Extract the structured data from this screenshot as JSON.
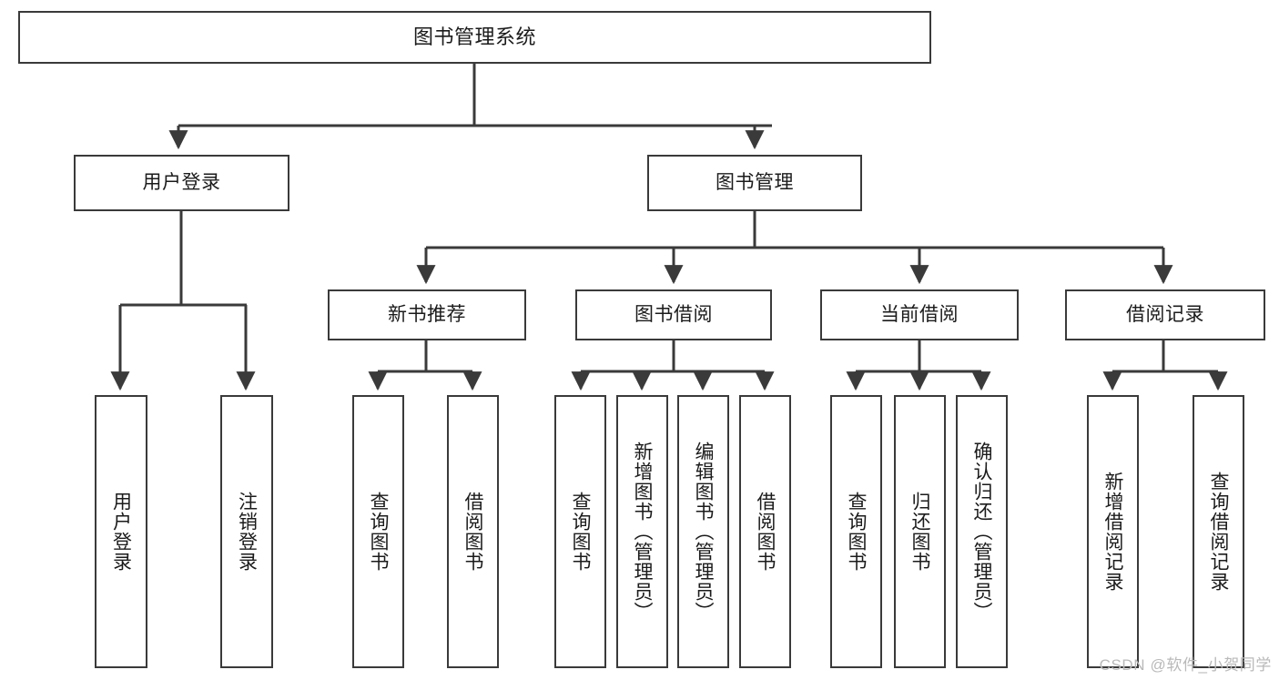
{
  "diagram": {
    "title": "图书管理系统",
    "type": "tree-hierarchy",
    "watermark": "CSDN @软件_小贺同学",
    "colors": {
      "stroke": "#3a3a3a",
      "fill": "#ffffff",
      "text": "#1b1b1b",
      "watermark": "#b9b9b9"
    },
    "nodes": {
      "root": {
        "label": "图书管理系统"
      },
      "level2": [
        {
          "id": "user_login",
          "label": "用户登录"
        },
        {
          "id": "book_manage",
          "label": "图书管理"
        }
      ],
      "level3": [
        {
          "id": "new_book_rec",
          "label": "新书推荐"
        },
        {
          "id": "book_borrow",
          "label": "图书借阅"
        },
        {
          "id": "current_borrow",
          "label": "当前借阅"
        },
        {
          "id": "borrow_record",
          "label": "借阅记录"
        }
      ],
      "leaves": {
        "user_login": [
          {
            "id": "leaf_login",
            "label": "用户登录"
          },
          {
            "id": "leaf_logout",
            "label": "注销登录"
          }
        ],
        "new_book_rec": [
          {
            "id": "leaf_query_book_1",
            "label": "查询图书"
          },
          {
            "id": "leaf_borrow_book_1",
            "label": "借阅图书"
          }
        ],
        "book_borrow": [
          {
            "id": "leaf_query_book_2",
            "label": "查询图书"
          },
          {
            "id": "leaf_add_book",
            "label": "新增图书（管理员）"
          },
          {
            "id": "leaf_edit_book",
            "label": "编辑图书（管理员）"
          },
          {
            "id": "leaf_borrow_book_2",
            "label": "借阅图书"
          }
        ],
        "current_borrow": [
          {
            "id": "leaf_query_book_3",
            "label": "查询图书"
          },
          {
            "id": "leaf_return_book",
            "label": "归还图书"
          },
          {
            "id": "leaf_confirm_return",
            "label": "确认归还（管理员）"
          }
        ],
        "borrow_record": [
          {
            "id": "leaf_add_record",
            "label": "新增借阅记录"
          },
          {
            "id": "leaf_query_record",
            "label": "查询借阅记录"
          }
        ]
      }
    }
  }
}
